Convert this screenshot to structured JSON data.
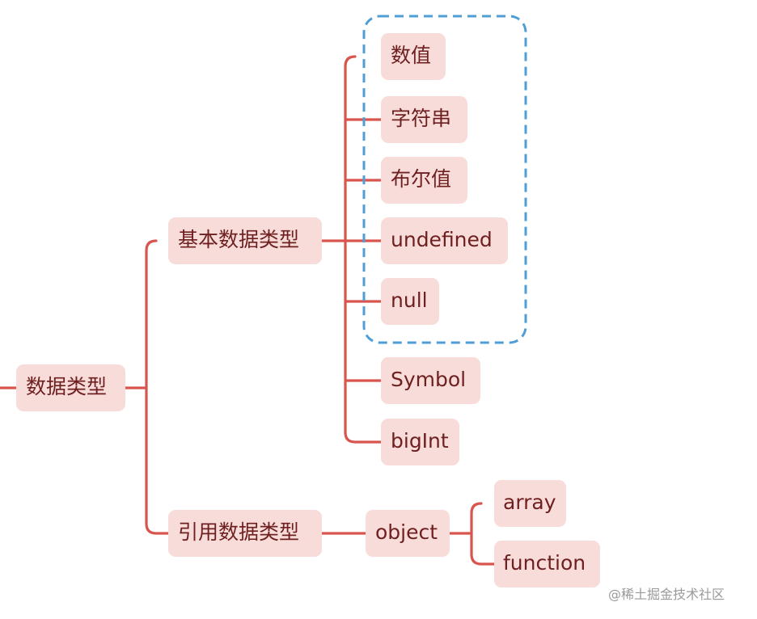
{
  "root": {
    "label": "数据类型"
  },
  "primitive": {
    "label": "基本数据类型",
    "children": [
      "数值",
      "字符串",
      "布尔值",
      "undefined",
      "null",
      "Symbol",
      "bigInt"
    ]
  },
  "reference": {
    "label": "引用数据类型",
    "child": {
      "label": "object"
    },
    "grandchildren": [
      "array",
      "function"
    ]
  },
  "colors": {
    "node_fill": "#f8dcd9",
    "node_text": "#6e1f1f",
    "link": "#d9544d",
    "group_box": "#4f9fd6"
  },
  "watermark": "@稀土掘金技术社区"
}
